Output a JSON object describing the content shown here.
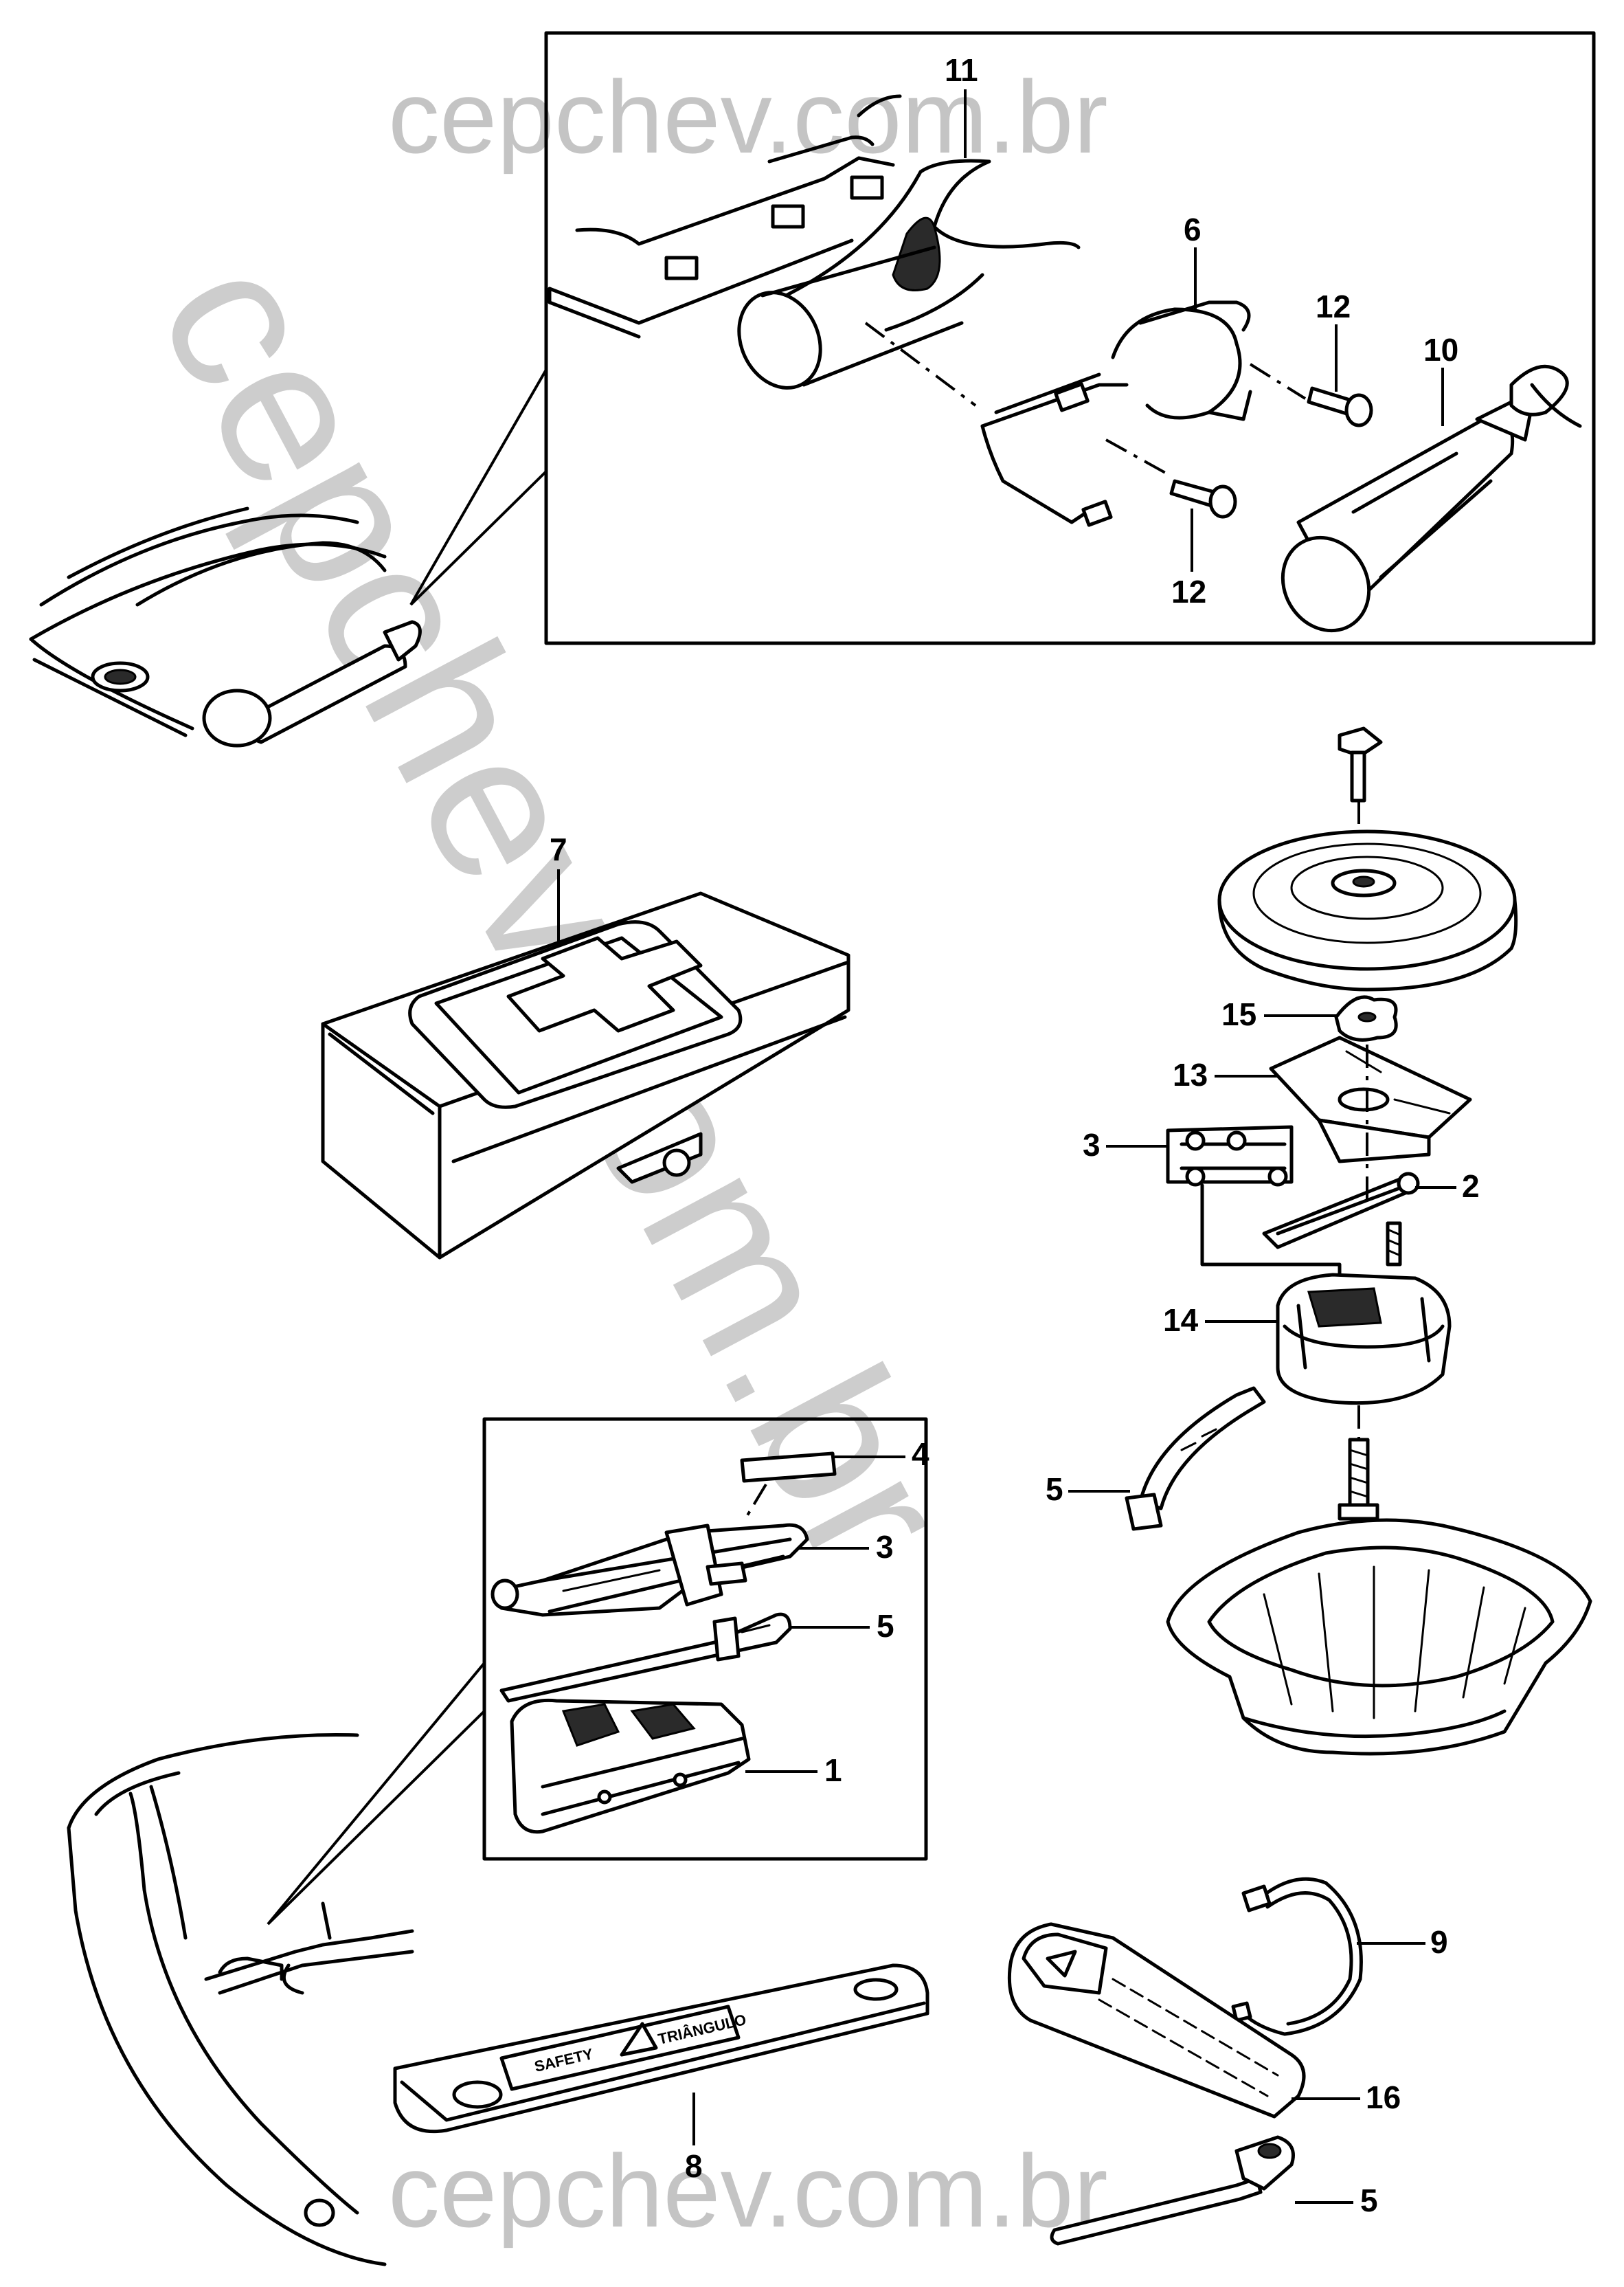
{
  "watermarks": {
    "top": "cepchev.com.br",
    "diagonal": "cepchev.com.br",
    "bottom": "cepchev.com.br"
  },
  "callouts": {
    "c11": "11",
    "c6": "6",
    "c12a": "12",
    "c10": "10",
    "c12b": "12",
    "c7": "7",
    "c15": "15",
    "c13": "13",
    "c3a": "3",
    "c2": "2",
    "c14": "14",
    "c4": "4",
    "c3b": "3",
    "c5a": "5",
    "c5b": "5",
    "c1": "1",
    "c9": "9",
    "c16": "16",
    "c8": "8",
    "c5c": "5"
  },
  "triangle_kit": {
    "left_label": "SAFETY",
    "right_label": "TRIÂNGULO"
  }
}
